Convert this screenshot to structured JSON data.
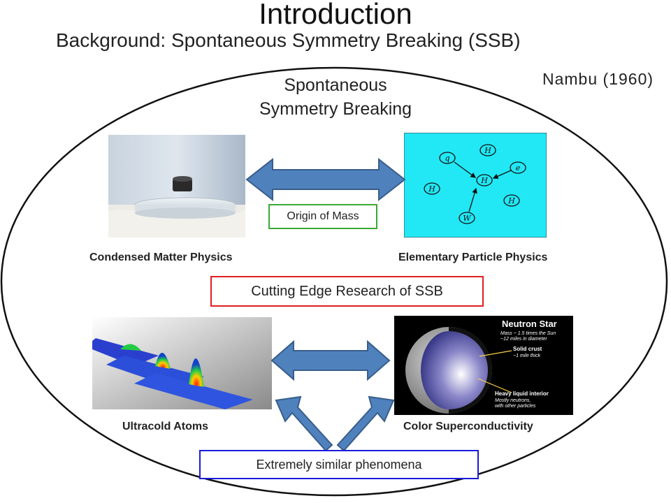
{
  "slide": {
    "title": "Introduction",
    "subtitle": "Background: Spontaneous Symmetry Breaking (SSB)",
    "attribution": "Nambu  (1960)",
    "ssb_line1": "Spontaneous",
    "ssb_line2": "Symmetry Breaking",
    "captions": {
      "condensed": "Condensed Matter Physics",
      "elementary": "Elementary Particle Physics",
      "ultracold": "Ultracold Atoms",
      "color_sc": "Color Superconductivity"
    },
    "boxes": {
      "origin_of_mass": "Origin of Mass",
      "cutting_edge": "Cutting Edge Research of SSB",
      "extremely_similar": "Extremely similar phenomena"
    },
    "particle_diagram": {
      "labels": [
        "q",
        "H",
        "e",
        "H",
        "H",
        "H",
        "W"
      ]
    },
    "neutron_star": {
      "title": "Neutron Star",
      "mass_note_line1": "Mass ~ 1.5 times the Sun",
      "mass_note_line2": "~12 miles in diameter",
      "crust_line1": "Solid crust",
      "crust_line2": "~1 mile thick",
      "interior_line1": "Heavy liquid interior",
      "interior_line2": "Mostly neutrons,",
      "interior_line3": "with other particles"
    },
    "colors": {
      "arrow_fill": "#4f81bd",
      "arrow_stroke": "#385d8a",
      "green_box": "#3aa935",
      "red_box": "#e02020",
      "blue_box": "#1a1adc",
      "particle_bg": "#22e8f5"
    }
  }
}
